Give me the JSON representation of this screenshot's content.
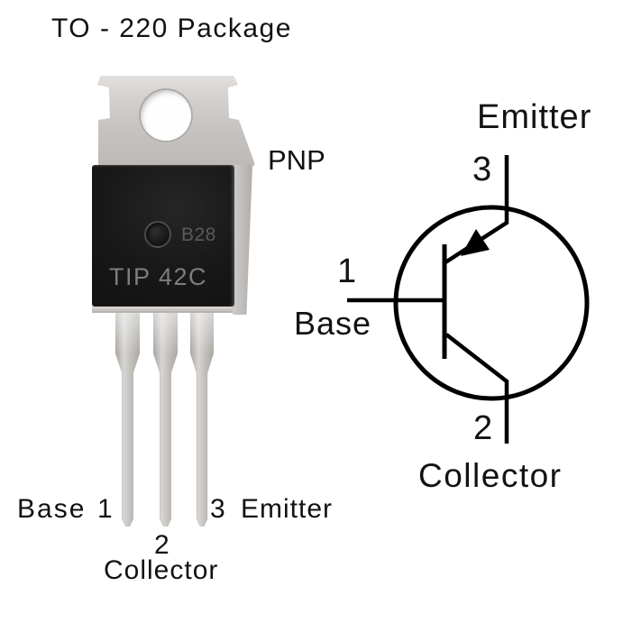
{
  "title": "TO - 220 Package",
  "package_photo": {
    "transistor_type": "PNP",
    "part_number": "TIP 42C",
    "marking_code": "B28"
  },
  "pins": [
    {
      "number": "1",
      "name": "Base"
    },
    {
      "number": "2",
      "name": "Collector"
    },
    {
      "number": "3",
      "name": "Emitter"
    }
  ],
  "colors": {
    "background": "#ffffff",
    "plastic_body": "#1a1a1a",
    "metal_tab": "#c9c6c3",
    "label_text": "#121212",
    "part_marking_text": "#7d7d7d",
    "marking_code_text": "#5a5a5a",
    "schematic_stroke": "#000000"
  }
}
